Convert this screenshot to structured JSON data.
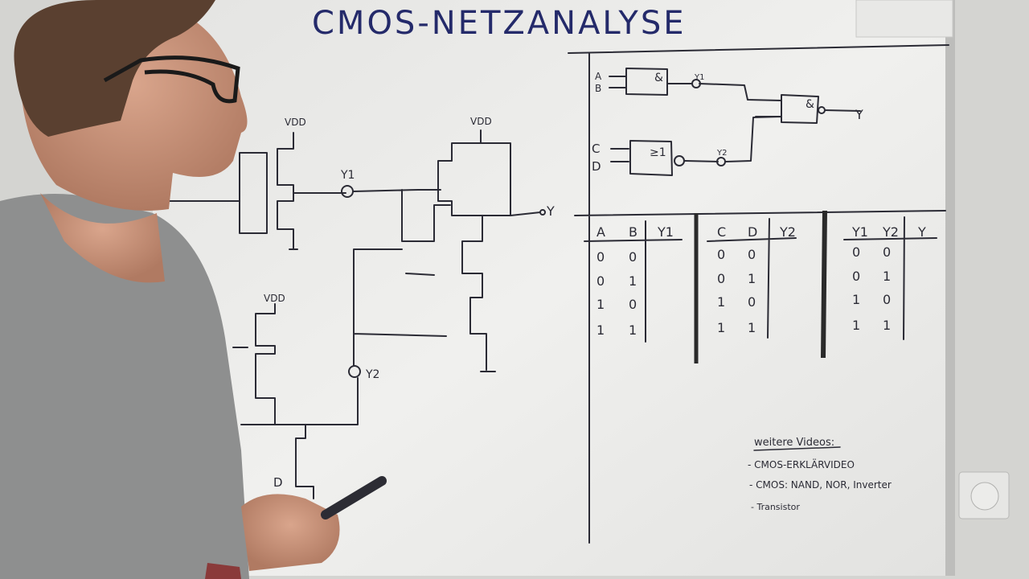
{
  "whiteboard": {
    "title": "CMOS-NETZANALYSE",
    "circuit": {
      "vdd_labels": [
        "VDD",
        "VDD",
        "VDD"
      ],
      "node_labels": {
        "y1": "Y1",
        "y2": "Y2",
        "y": "Y",
        "d": "D"
      }
    },
    "logic_diagram": {
      "inputs": [
        "A",
        "B",
        "C",
        "D"
      ],
      "gate_and": "&",
      "gate_or": "≥1",
      "gate_final": "&",
      "wire_labels": [
        "Y1",
        "Y2"
      ],
      "output": "Y"
    },
    "truth_tables": [
      {
        "headers": [
          "A",
          "B",
          "Y1"
        ],
        "rows": [
          [
            "0",
            "0"
          ],
          [
            "0",
            "1"
          ],
          [
            "1",
            "0"
          ],
          [
            "1",
            "1"
          ]
        ]
      },
      {
        "headers": [
          "C",
          "D",
          "Y2"
        ],
        "rows": [
          [
            "0",
            "0"
          ],
          [
            "0",
            "1"
          ],
          [
            "1",
            "0"
          ],
          [
            "1",
            "1"
          ]
        ]
      },
      {
        "headers": [
          "Y1",
          "Y2",
          "Y"
        ],
        "rows": [
          [
            "0",
            "0"
          ],
          [
            "0",
            "1"
          ],
          [
            "1",
            "0"
          ],
          [
            "1",
            "1"
          ]
        ]
      }
    ],
    "further_videos": {
      "heading": "weitere Videos:",
      "items": [
        "- CMOS-ERKLÄRVIDEO",
        "- CMOS: NAND, NOR, Inverter",
        "- Transistor"
      ]
    }
  },
  "colors": {
    "marker_ink": "#2b2b35",
    "title_ink": "#242a6a",
    "shirt": "#8e8f8f",
    "wall": "#d6d6d3"
  }
}
